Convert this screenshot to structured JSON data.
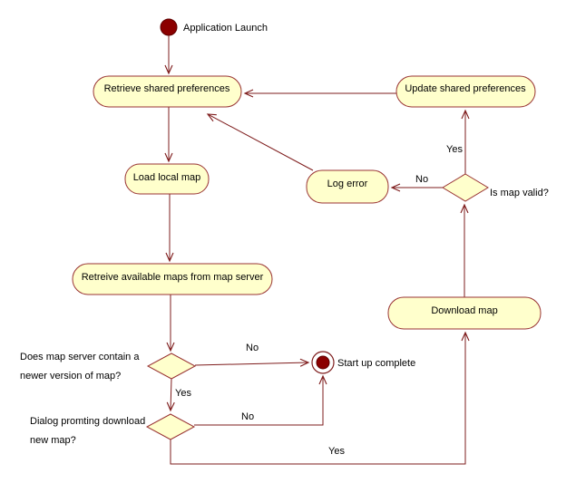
{
  "diagram": {
    "type": "uml-activity-diagram",
    "colors": {
      "background": "#FFFFFF",
      "node_fill": "#FFFFCC",
      "node_stroke": "#993333",
      "edge_stroke": "#7E1C1C",
      "terminal_fill": "#8B0000",
      "text": "#000000"
    },
    "nodes": {
      "start_label": "Application Launch",
      "retrieve_prefs": "Retrieve shared preferences",
      "update_prefs": "Update shared preferences",
      "load_local_map": "Load local map",
      "log_error": "Log error",
      "retreive_maps": "Retreive available maps from map server",
      "download_map": "Download map",
      "end_label": "Start up complete"
    },
    "decisions": {
      "newer_version_line1": "Does map server contain a",
      "newer_version_line2": "newer version of map?",
      "dialog_line1": "Dialog promting download",
      "dialog_line2": "new map?",
      "map_valid": "Is map valid?"
    },
    "edge_labels": {
      "newer_version_yes": "Yes",
      "newer_version_no": "No",
      "dialog_no": "No",
      "dialog_yes": "Yes",
      "map_valid_no": "No",
      "map_valid_yes": "Yes"
    }
  }
}
